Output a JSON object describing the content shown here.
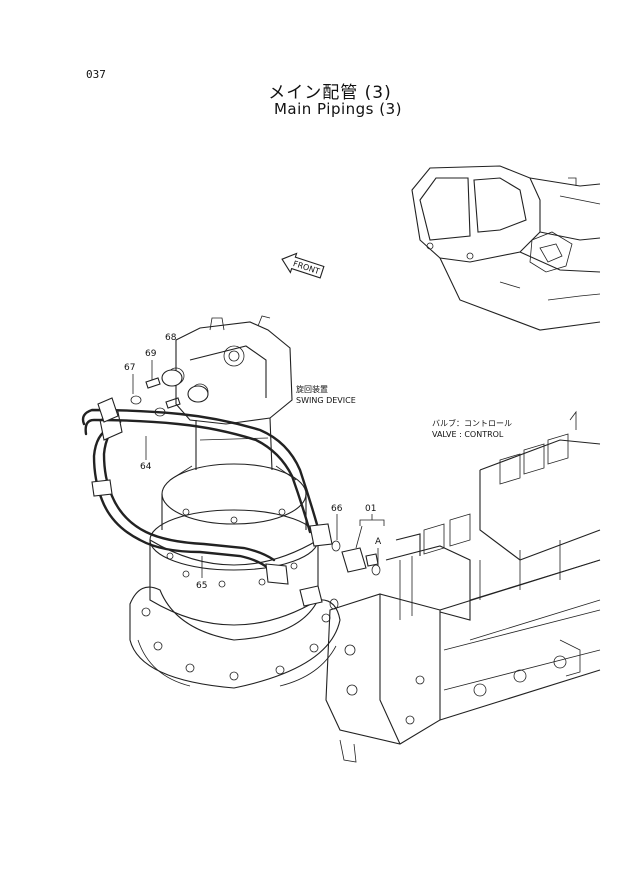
{
  "page_number": "037",
  "title_jp": "メイン配管 (3)",
  "title_en": "Main Pipings (3)",
  "front_label": "FRONT",
  "swing_device": {
    "jp": "旋回装置",
    "en": "SWING DEVICE"
  },
  "valve_control": {
    "jp": "バルブ：コントロール",
    "en": "VALVE : CONTROL"
  },
  "callouts": {
    "p68": "68",
    "p69": "69",
    "p67": "67",
    "p64": "64",
    "p65": "65",
    "p66": "66",
    "p01": "01",
    "pA": "A"
  },
  "icons": [
    "front-arrow-icon"
  ]
}
